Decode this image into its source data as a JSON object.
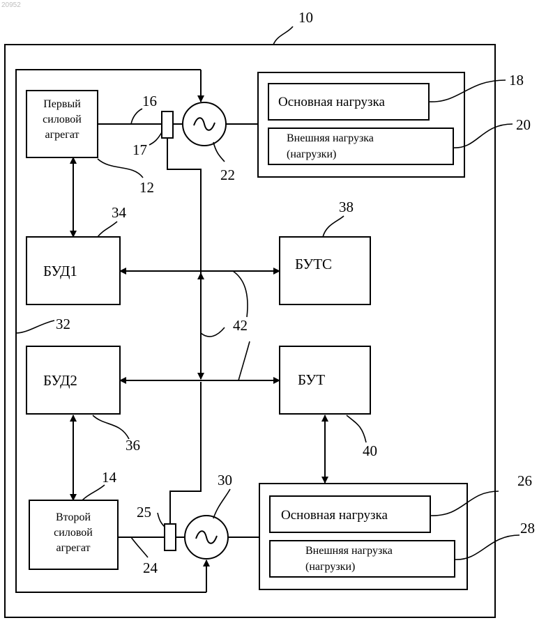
{
  "watermark": "20952",
  "labels": {
    "first_unit": [
      "Первый",
      "силовой",
      "агрегат"
    ],
    "second_unit": [
      "Второй",
      "силовой",
      "агрегат"
    ],
    "bud1": "БУД1",
    "bud2": "БУД2",
    "buts": "БУТС",
    "but": "БУТ",
    "main_load_top": "Основная нагрузка",
    "ext_load_top": [
      "Внешняя нагрузка",
      "(нагрузки)"
    ],
    "main_load_bottom": "Основная нагрузка",
    "ext_load_bottom": [
      "Внешняя нагрузка",
      "(нагрузки)"
    ]
  },
  "refs": {
    "r10": "10",
    "r12": "12",
    "r14": "14",
    "r16": "16",
    "r17": "17",
    "r18": "18",
    "r20": "20",
    "r22": "22",
    "r24": "24",
    "r25": "25",
    "r26": "26",
    "r28": "28",
    "r30": "30",
    "r32": "32",
    "r34": "34",
    "r36": "36",
    "r38": "38",
    "r40": "40",
    "r42": "42"
  }
}
